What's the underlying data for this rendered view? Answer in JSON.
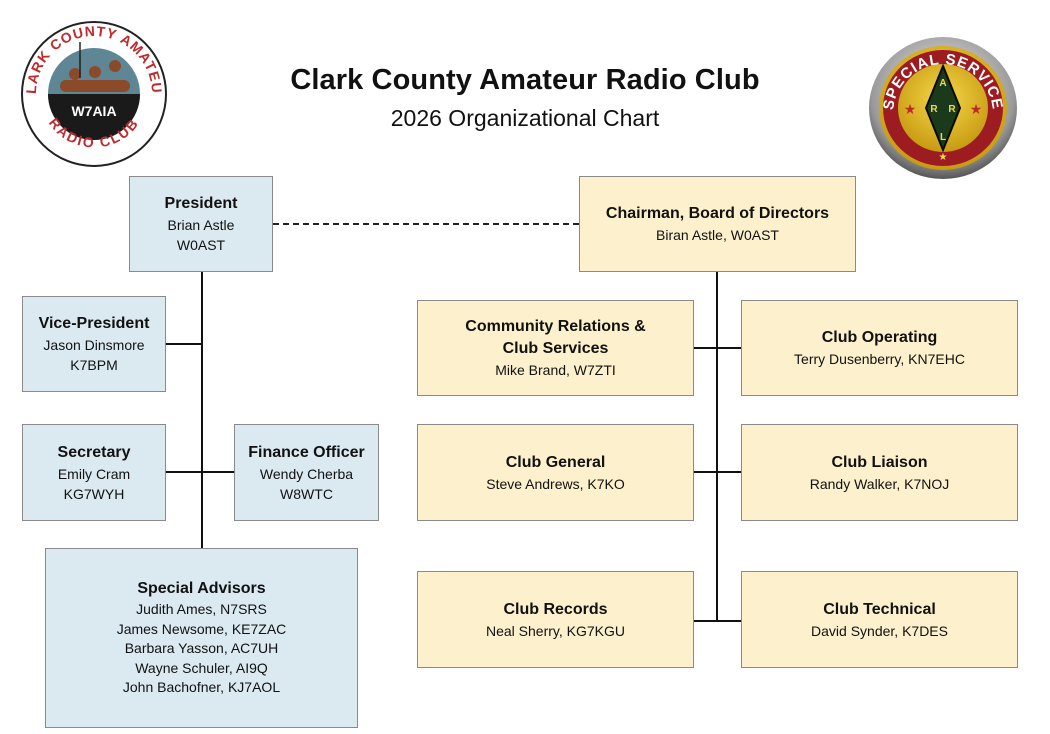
{
  "header": {
    "title": "Clark County Amateur Radio Club",
    "subtitle": "2026 Organizational Chart"
  },
  "logos": {
    "left": {
      "icon": "club-logo-icon",
      "top_text": "CLARK COUNTY AMATEUR",
      "bottom_text": "RADIO CLUB",
      "callsign": "W7AIA"
    },
    "right": {
      "icon": "arrl-logo-icon",
      "ring_text": "ARRL SPECIAL SERVICE CLUB",
      "letters": [
        "A",
        "R",
        "R",
        "L"
      ]
    }
  },
  "officers": {
    "president": {
      "role": "President",
      "name": "Brian Astle",
      "call": "W0AST"
    },
    "vice_president": {
      "role": "Vice-President",
      "name": "Jason Dinsmore",
      "call": "K7BPM"
    },
    "secretary": {
      "role": "Secretary",
      "name": "Emily Cram",
      "call": "KG7WYH"
    },
    "finance": {
      "role": "Finance Officer",
      "name": "Wendy Cherba",
      "call": "W8WTC"
    },
    "advisors": {
      "role": "Special Advisors",
      "members": [
        "Judith Ames, N7SRS",
        "James Newsome, KE7ZAC",
        "Barbara Yasson, AC7UH",
        "Wayne Schuler, AI9Q",
        "John Bachofner, KJ7AOL"
      ]
    }
  },
  "board": {
    "chairman": {
      "role": "Chairman, Board of Directors",
      "person": "Biran Astle, W0AST"
    },
    "directors": [
      {
        "role_line1": "Community Relations &",
        "role_line2": "Club Services",
        "person": "Mike Brand, W7ZTI"
      },
      {
        "role": "Club Operating",
        "person": "Terry Dusenberry, KN7EHC"
      },
      {
        "role": "Club General",
        "person": "Steve Andrews, K7KO"
      },
      {
        "role": "Club Liaison",
        "person": "Randy Walker, K7NOJ"
      },
      {
        "role": "Club Records",
        "person": "Neal Sherry, KG7KGU"
      },
      {
        "role": "Club Technical",
        "person": "David Synder, K7DES"
      }
    ]
  },
  "colors": {
    "officer_fill": "#dbeaf1",
    "board_fill": "#fdf0cc",
    "border": "#8a8a8a",
    "connector": "#111111"
  }
}
